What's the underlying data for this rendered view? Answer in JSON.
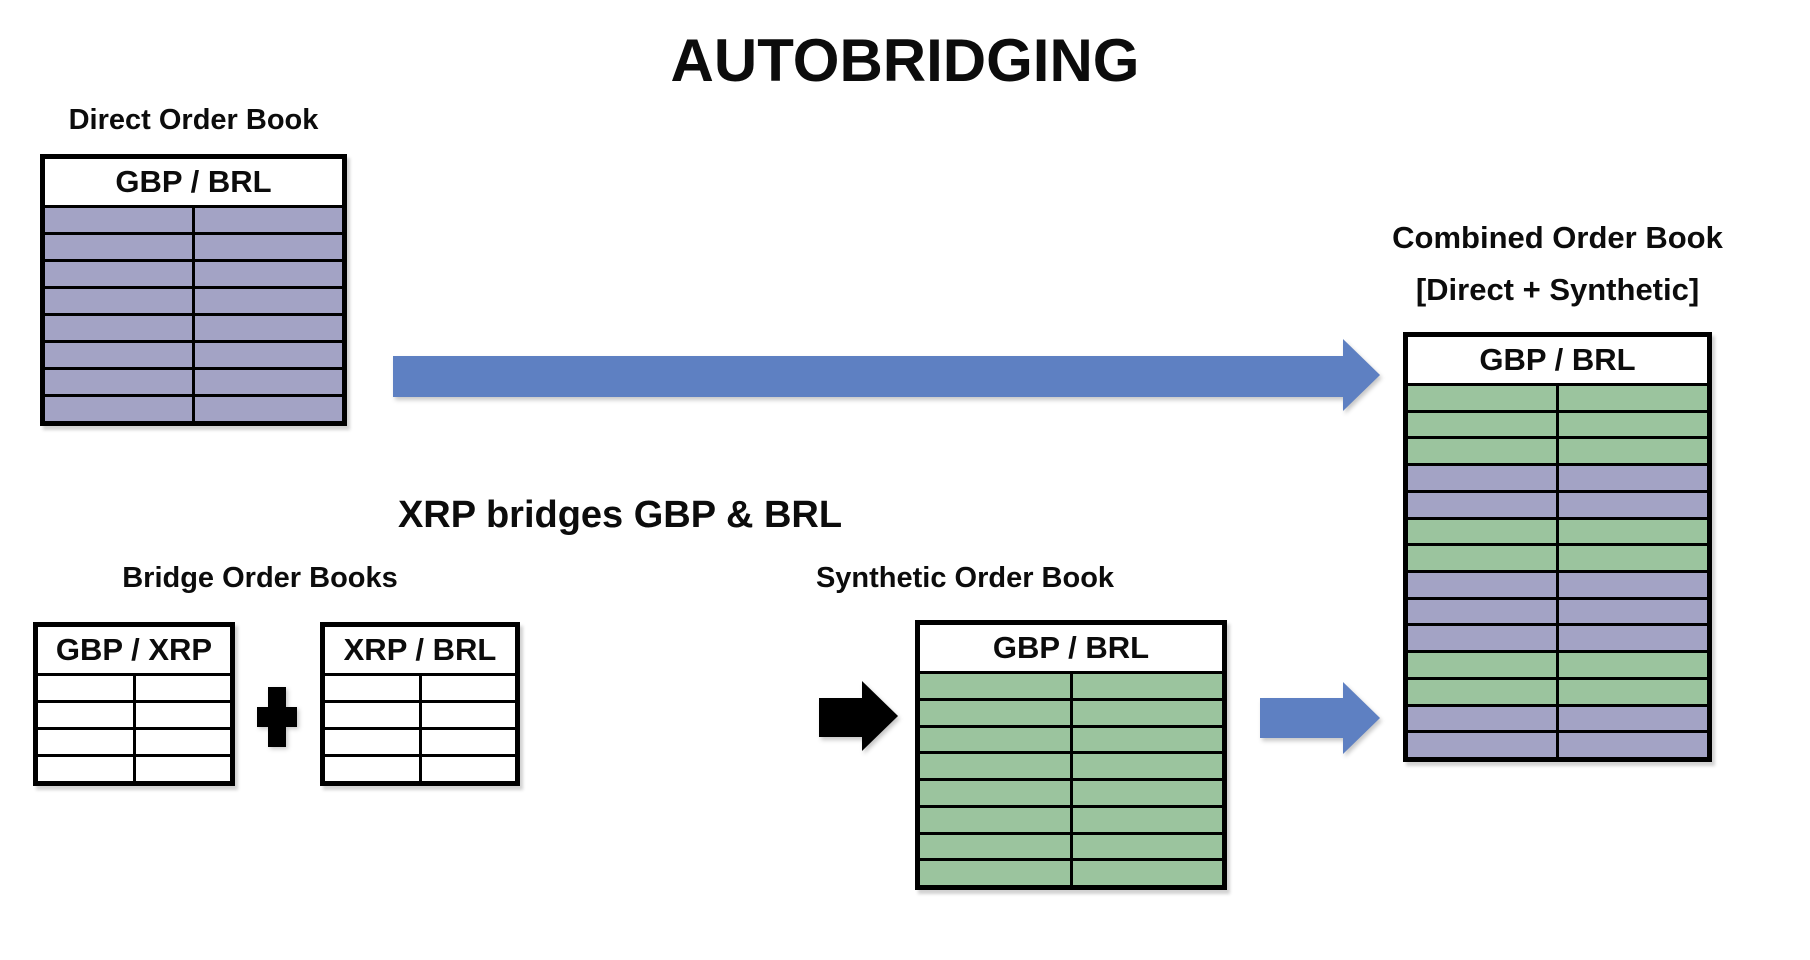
{
  "title": "AUTOBRIDGING",
  "colors": {
    "purple": "#a3a3c5",
    "green": "#9bc49e",
    "white": "#ffffff",
    "blue": "#5e80c2",
    "ink": "#000000",
    "paper": "#ffffff"
  },
  "sections": {
    "direct": {
      "label": "Direct Order Book",
      "table": {
        "header": "GBP / BRL",
        "columns": 2,
        "rows": [
          "purple",
          "purple",
          "purple",
          "purple",
          "purple",
          "purple",
          "purple",
          "purple"
        ]
      }
    },
    "bridge": {
      "caption": "XRP bridges GBP & BRL",
      "label": "Bridge Order Books",
      "plus": "+",
      "tables": [
        {
          "header": "GBP / XRP",
          "columns": 2,
          "rows": [
            "white",
            "white",
            "white",
            "white"
          ]
        },
        {
          "header": "XRP / BRL",
          "columns": 2,
          "rows": [
            "white",
            "white",
            "white",
            "white"
          ]
        }
      ]
    },
    "synthetic": {
      "label": "Synthetic Order Book",
      "table": {
        "header": "GBP / BRL",
        "columns": 2,
        "rows": [
          "green",
          "green",
          "green",
          "green",
          "green",
          "green",
          "green",
          "green"
        ]
      }
    },
    "combined": {
      "label": "Combined Order Book",
      "sublabel": "[Direct + Synthetic]",
      "table": {
        "header": "GBP / BRL",
        "columns": 2,
        "rows": [
          "green",
          "green",
          "green",
          "purple",
          "purple",
          "green",
          "green",
          "purple",
          "purple",
          "purple",
          "green",
          "green",
          "purple",
          "purple"
        ]
      }
    }
  }
}
